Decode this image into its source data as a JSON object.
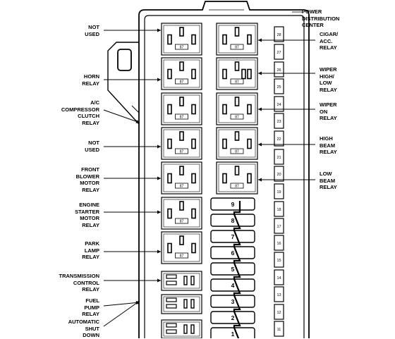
{
  "header": {
    "title": "POWER\nDISTRIBUTION\nCENTER"
  },
  "left_labels": [
    "NOT\nUSED",
    "HORN\nRELAY",
    "A/C\nCOMPRESSOR\nCLUTCH\nRELAY",
    "NOT\nUSED",
    "FRONT\nBLOWER\nMOTOR\nRELAY",
    "ENGINE\nSTARTER\nMOTOR\nRELAY",
    "PARK\nLAMP\nRELAY",
    "TRANSMISSION\nCONTROL\nRELAY",
    "FUEL\nPUMP\nRELAY",
    "AUTOMATIC\nSHUT\nDOWN"
  ],
  "right_labels": [
    "CIGAR/\nACC.\nRELAY",
    "WIPER\nHIGH/\nLOW\nRELAY",
    "WIPER\nON\nRELAY",
    "HIGH\nBEAM\nRELAY",
    "LOW\nBEAM\nRELAY"
  ],
  "center_fuses": [
    "9",
    "8",
    "7",
    "6",
    "5",
    "4",
    "3",
    "2",
    "1"
  ],
  "side_fuses": [
    "28",
    "27",
    "26",
    "25",
    "24",
    "23",
    "22",
    "21",
    "20",
    "19",
    "18",
    "17",
    "16",
    "15",
    "14",
    "13",
    "12",
    "11"
  ],
  "relay_codes": [
    "87",
    "87",
    "87",
    "87",
    "87",
    "87",
    "87",
    "87",
    "87",
    "87",
    "87",
    "87",
    "87",
    "87"
  ]
}
